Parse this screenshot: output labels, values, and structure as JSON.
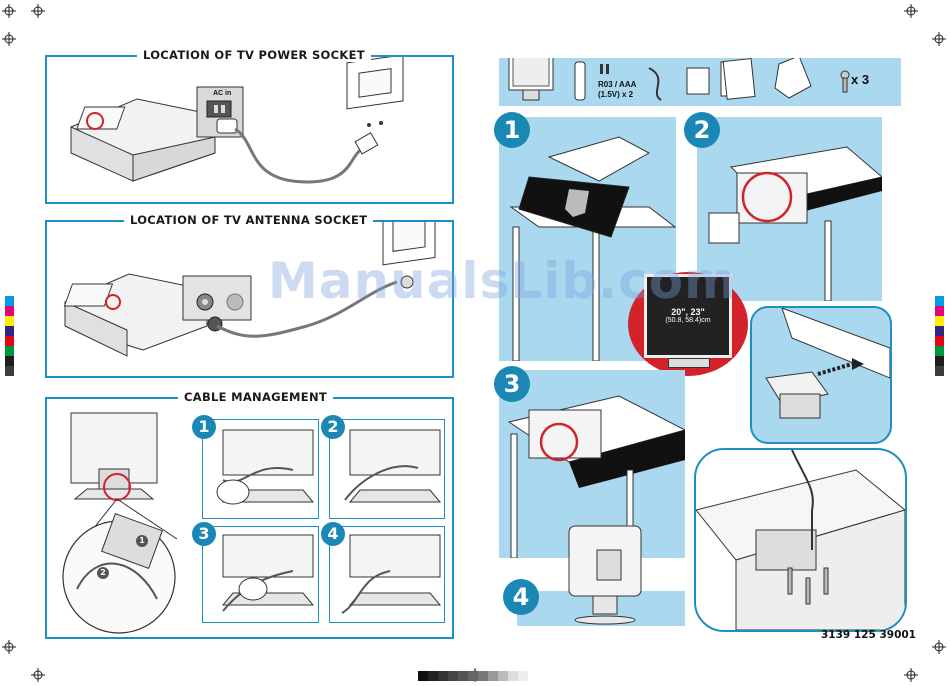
{
  "left": {
    "power": {
      "title": "LOCATION OF TV POWER SOCKET",
      "label": "AC in"
    },
    "antenna": {
      "title": "LOCATION OF TV ANTENNA SOCKET"
    },
    "cable": {
      "title": "CABLE MANAGEMENT",
      "steps": [
        "1",
        "2",
        "3",
        "4"
      ],
      "callouts": [
        "1",
        "2"
      ]
    }
  },
  "right": {
    "contents": {
      "battery": "R03 / AAA",
      "battery_qty": "(1.5V) x 2",
      "screws": "x 3"
    },
    "steps": [
      "1",
      "2",
      "3",
      "4"
    ],
    "size_badge": {
      "sizes": "20\", 23\"",
      "cm": "(50.8, 58.4)cm"
    }
  },
  "watermark": "ManualsLib.com",
  "doc_code": "3139 125 39001",
  "colors": {
    "accent": "#1d8fc2",
    "light_blue": "#a9d8ef",
    "step_circle": "#1b87b5",
    "highlight": "#d2222a"
  },
  "color_bar": [
    "#009ee0",
    "#e5007d",
    "#ffed00",
    "#312783",
    "#e30613",
    "#009640",
    "#1d1d1b",
    "#3c3c3b"
  ]
}
